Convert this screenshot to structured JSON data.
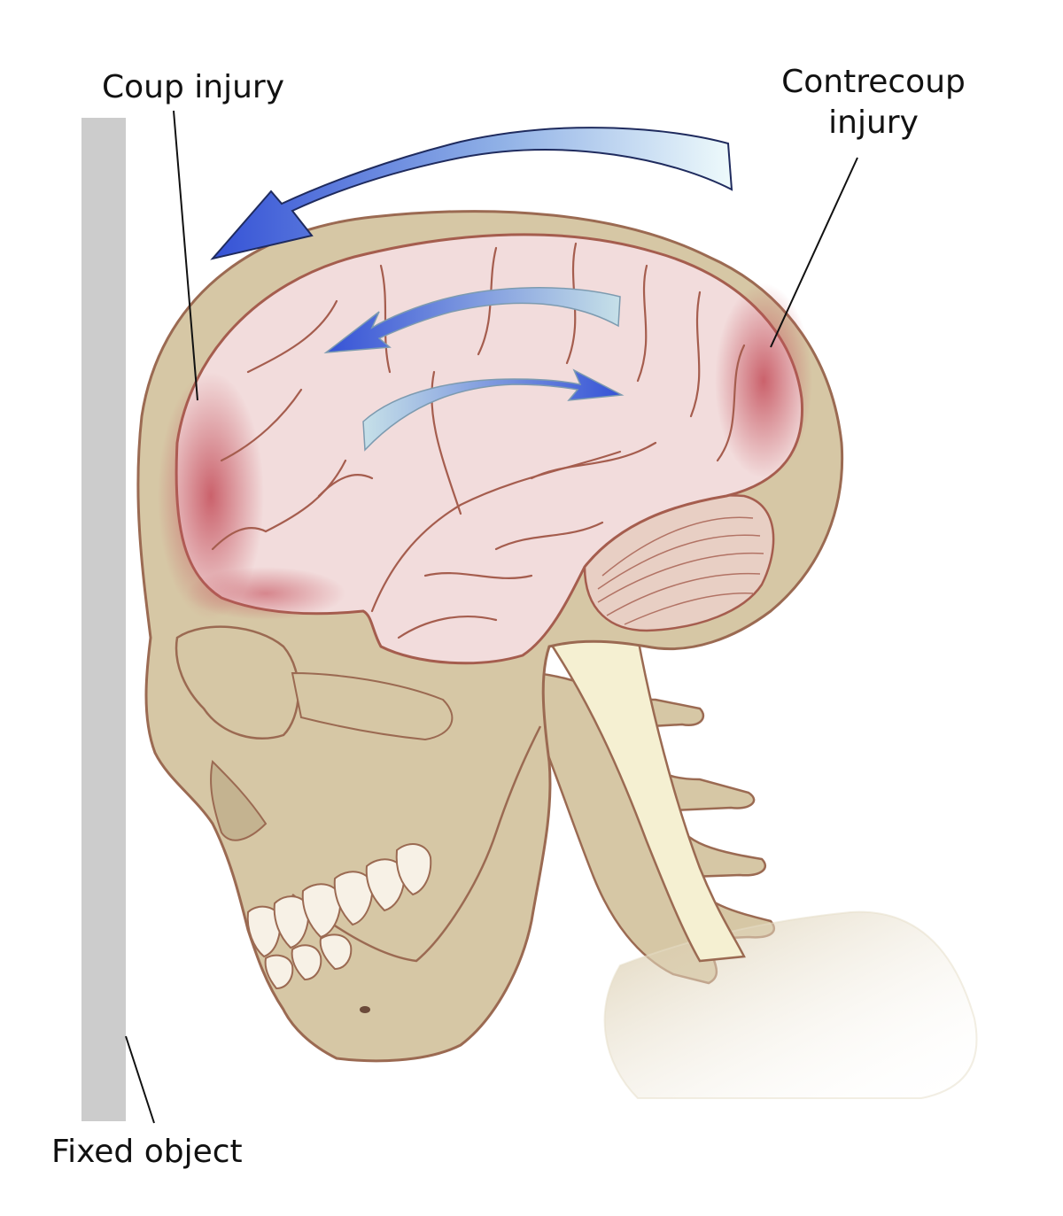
{
  "labels": {
    "coup": "Coup injury",
    "contrecoup_line1": "Contrecoup",
    "contrecoup_line2": "injury",
    "fixed_object": "Fixed object"
  },
  "colors": {
    "wall": "#cccccc",
    "skull": "#d6c7a5",
    "skull_outline": "#9b6a52",
    "brain": "#f2dcdc",
    "brain_outline": "#a55d4e",
    "bruise": "#c6545f",
    "arrow_blue": "#3552d6",
    "arrow_light": "#e9f8fa",
    "spinal_cord": "#f5f0d2",
    "teeth": "#f7f1e6",
    "text": "#111111"
  },
  "icons": [
    "impact-arrow-icon",
    "brain-motion-arrow-icon"
  ]
}
